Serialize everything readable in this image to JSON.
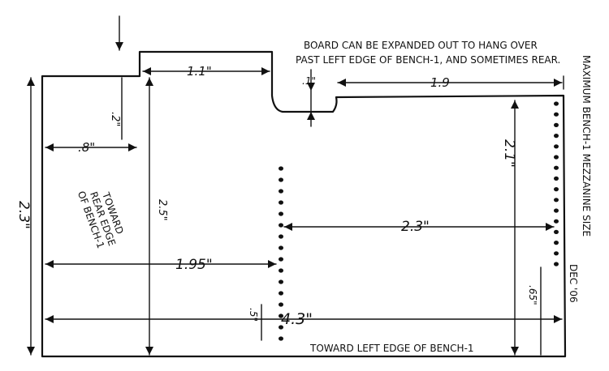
{
  "notes": {
    "expand_line1": "BOARD CAN BE EXPANDED OUT TO HANG OVER",
    "expand_line2": "PAST LEFT EDGE OF BENCH-1, AND SOMETIMES REAR.",
    "title": "MAXIMUM BENCH-1 MEZZANINE SIZE",
    "date": "DEC '06",
    "rear_1": "TOWARD",
    "rear_2": "REAR EDGE",
    "rear_3": "OF BENCH-1",
    "left_edge": "TOWARD LEFT EDGE OF BENCH-1"
  },
  "dimensions": {
    "tab_width": "1.1\"",
    "notch_depth": ".1\"",
    "right_top": "1.9",
    "left_step": ".2\"",
    "left_offset": ".8\"",
    "inner_height": "2.5\"",
    "overall_height": "2.3\"",
    "right_height": "2.1\"",
    "between_rows": "2.3\"",
    "left_to_row": "1.95\"",
    "bottom_gap": ".5\"",
    "right_bottom": ".65\"",
    "overall_width": "4.3\""
  }
}
